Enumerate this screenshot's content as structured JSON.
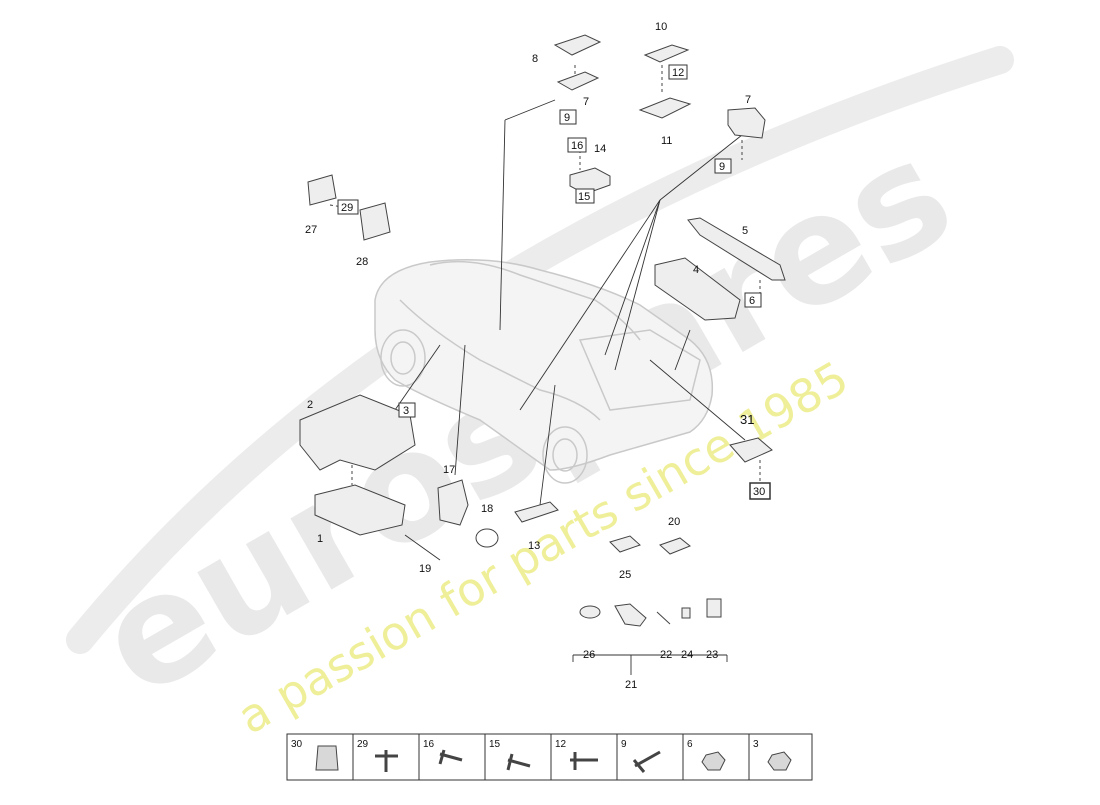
{
  "watermark": {
    "brand": "eurospares",
    "tagline": "a passion for parts since 1985",
    "brand_color": "#e6e6e6",
    "tagline_color": "#efef9a"
  },
  "callouts": {
    "c1": "1",
    "c2": "2",
    "c3": "3",
    "c4": "4",
    "c5": "5",
    "c6": "6",
    "c7a": "7",
    "c7b": "7",
    "c8": "8",
    "c9a": "9",
    "c9b": "9",
    "c10": "10",
    "c11": "11",
    "c12": "12",
    "c13": "13",
    "c14": "14",
    "c15": "15",
    "c16": "16",
    "c17": "17",
    "c18": "18",
    "c19": "19",
    "c20": "20",
    "c21": "21",
    "c22": "22",
    "c23": "23",
    "c24": "24",
    "c25": "25",
    "c26": "26",
    "c27": "27",
    "c28": "28",
    "c29": "29",
    "c30": "30",
    "c31": "31"
  },
  "fastener_strip": [
    "30",
    "29",
    "16",
    "15",
    "12",
    "9",
    "6",
    "3"
  ]
}
